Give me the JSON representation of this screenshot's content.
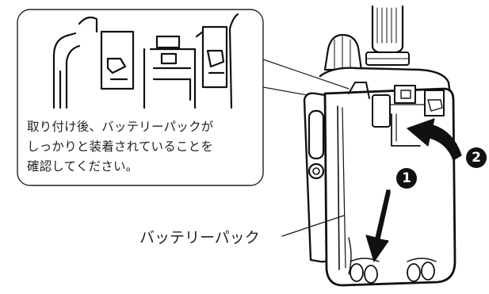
{
  "callout": {
    "lines": [
      "取り付け後、バッテリーパックが",
      "しっかりと装着されていることを",
      "確認してください。"
    ]
  },
  "battery_label": "バッテリーパック",
  "steps": [
    "1",
    "2"
  ],
  "colors": {
    "line": "#111111",
    "background": "#ffffff",
    "text": "#222222"
  }
}
